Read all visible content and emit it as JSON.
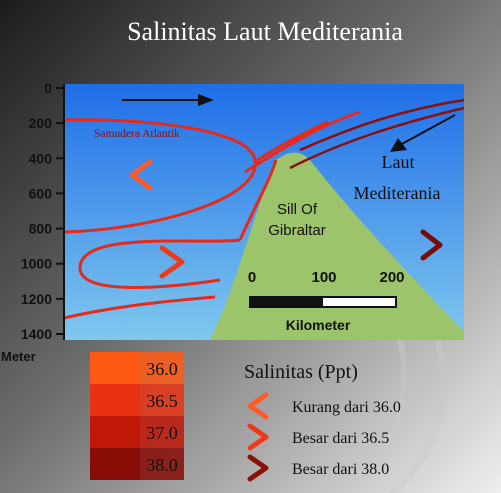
{
  "title": "Salinitas Laut Mediterania",
  "depth_axis": {
    "ticks": [
      "0",
      "200",
      "400",
      "600",
      "800",
      "1000",
      "1200",
      "1400"
    ],
    "unit_label": "Meter"
  },
  "labels": {
    "atlantic": "Samudera Atlantik",
    "mediterranean_line1": "Laut",
    "mediterranean_line2": "Mediterania",
    "sill_line1": "Sill Of",
    "sill_line2": "Gibraltar"
  },
  "scale_bar": {
    "ticks": [
      "0",
      "100",
      "200"
    ],
    "unit": "Kilometer"
  },
  "salinity_key": {
    "values": [
      "36.0",
      "36.5",
      "37.0",
      "38.0"
    ],
    "colors": [
      "#ff5a14",
      "#e83212",
      "#c01808",
      "#8a0c06"
    ]
  },
  "legend": {
    "title": "Salinitas (Ppt)",
    "items": [
      {
        "text": "Kurang dari 36.0",
        "color": "#ff5a2a"
      },
      {
        "text": "Besar dari 36.5",
        "color": "#ee3a18"
      },
      {
        "text": "Besar dari 38.0",
        "color": "#8a1008"
      }
    ]
  },
  "colors": {
    "sea_top": "#1f6ee8",
    "sea_bottom": "#7fc8ee",
    "sill": "#9cc46a",
    "contour": "#e52a1c"
  }
}
